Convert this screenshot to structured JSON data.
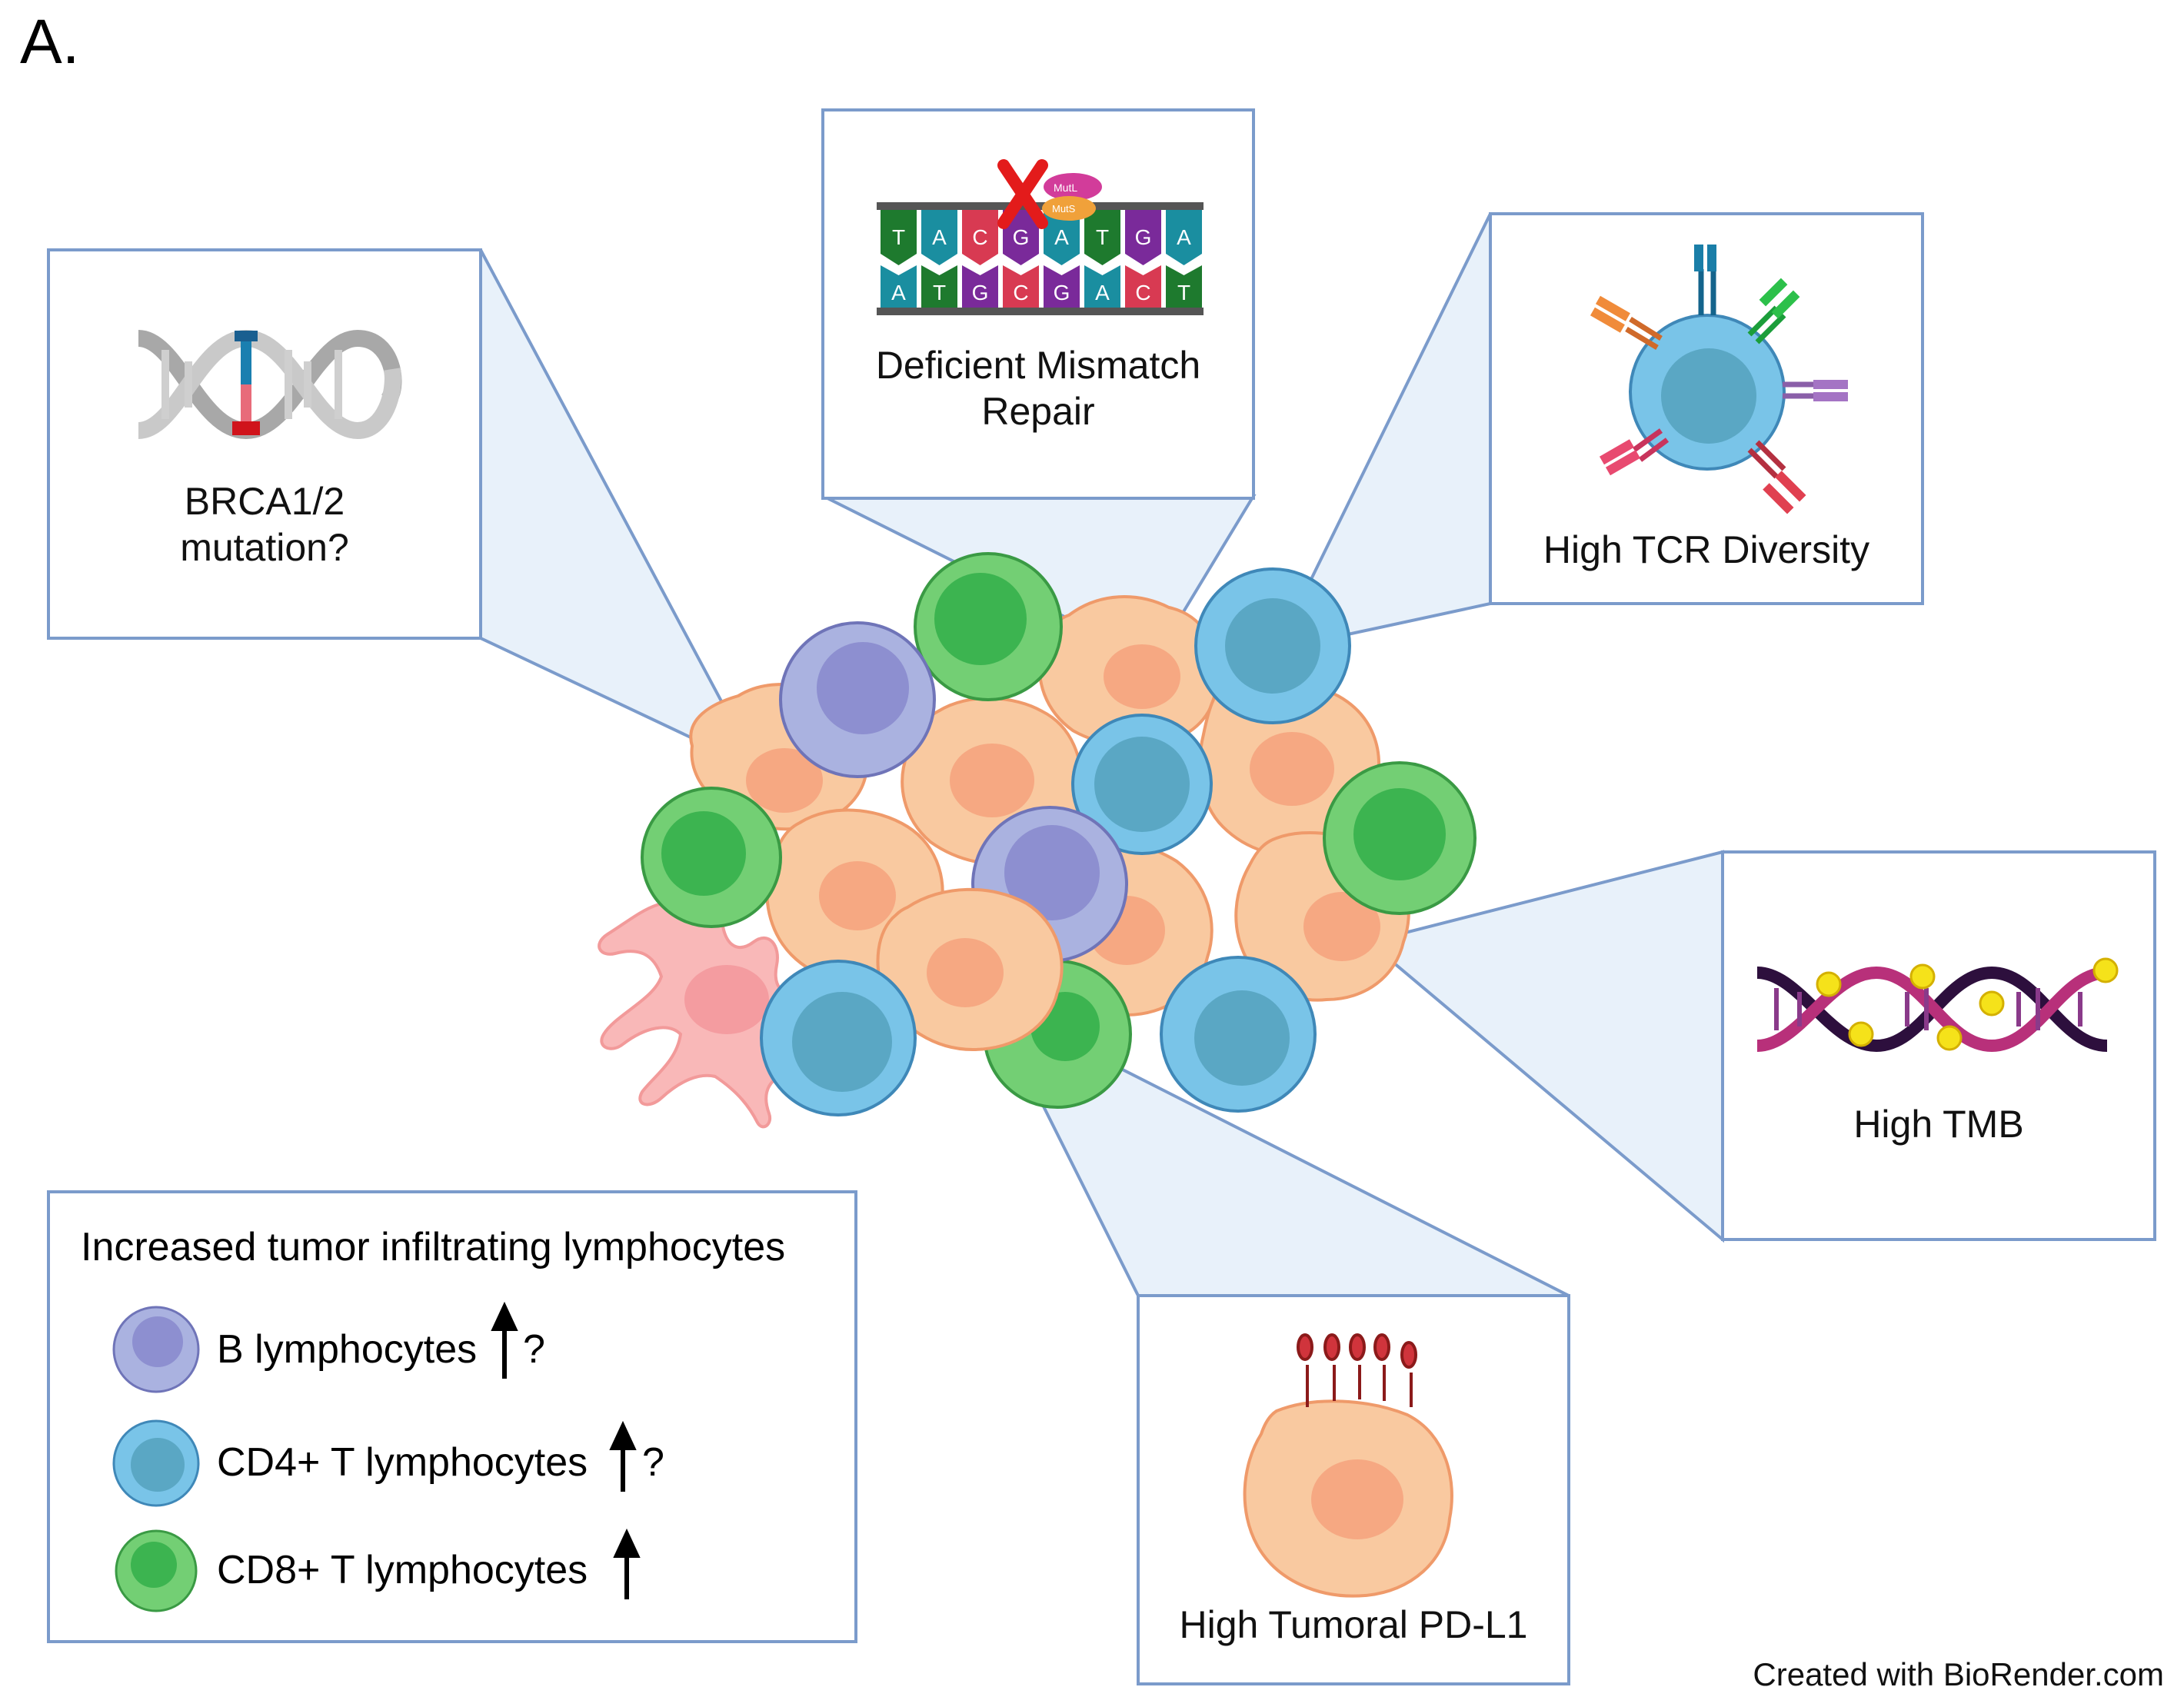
{
  "panel_label": "A.",
  "credit": "Created with BioRender.com",
  "callouts": {
    "brca": "BRCA1/2\nmutation?",
    "mmr": "Deficient Mismatch\nRepair",
    "mmr_mutl": "MutL",
    "mmr_muts": "MutS",
    "mmr_top_bases": [
      "T",
      "A",
      "C",
      "G",
      "A",
      "T",
      "G",
      "A"
    ],
    "mmr_bottom_bases": [
      "A",
      "T",
      "G",
      "C",
      "G",
      "A",
      "C",
      "T"
    ],
    "tcr": "High TCR Diversity",
    "tmb": "High TMB",
    "pdl1": "High Tumoral PD-L1"
  },
  "legend": {
    "title": "Increased tumor infiltrating lymphocytes",
    "items": [
      {
        "label": "B lymphocytes",
        "suffix": "?"
      },
      {
        "label": "CD4+ T lymphocytes",
        "suffix": "?"
      },
      {
        "label": "CD8+ T lymphocytes",
        "suffix": ""
      }
    ]
  },
  "colors": {
    "box_border": "#7b9bcb",
    "callout_fill": "#e8f1fa",
    "tumor_cell": "#f9c9a0",
    "tumor_nucleus": "#f6a882",
    "b_cell": "#aab2e0",
    "b_nucleus": "#8d8fd0",
    "cd4_cell": "#79c4e8",
    "cd4_nucleus": "#5aa7c4",
    "cd8_cell": "#73cf74",
    "cd8_nucleus": "#3cb450",
    "dendritic": "#f9b8b8"
  }
}
